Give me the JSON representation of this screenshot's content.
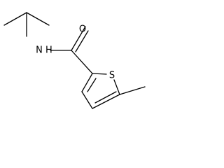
{
  "molecule": {
    "atoms": {
      "oxygen": "O",
      "nitrogen_hydrogen": "N H",
      "sulfur": "S"
    }
  }
}
